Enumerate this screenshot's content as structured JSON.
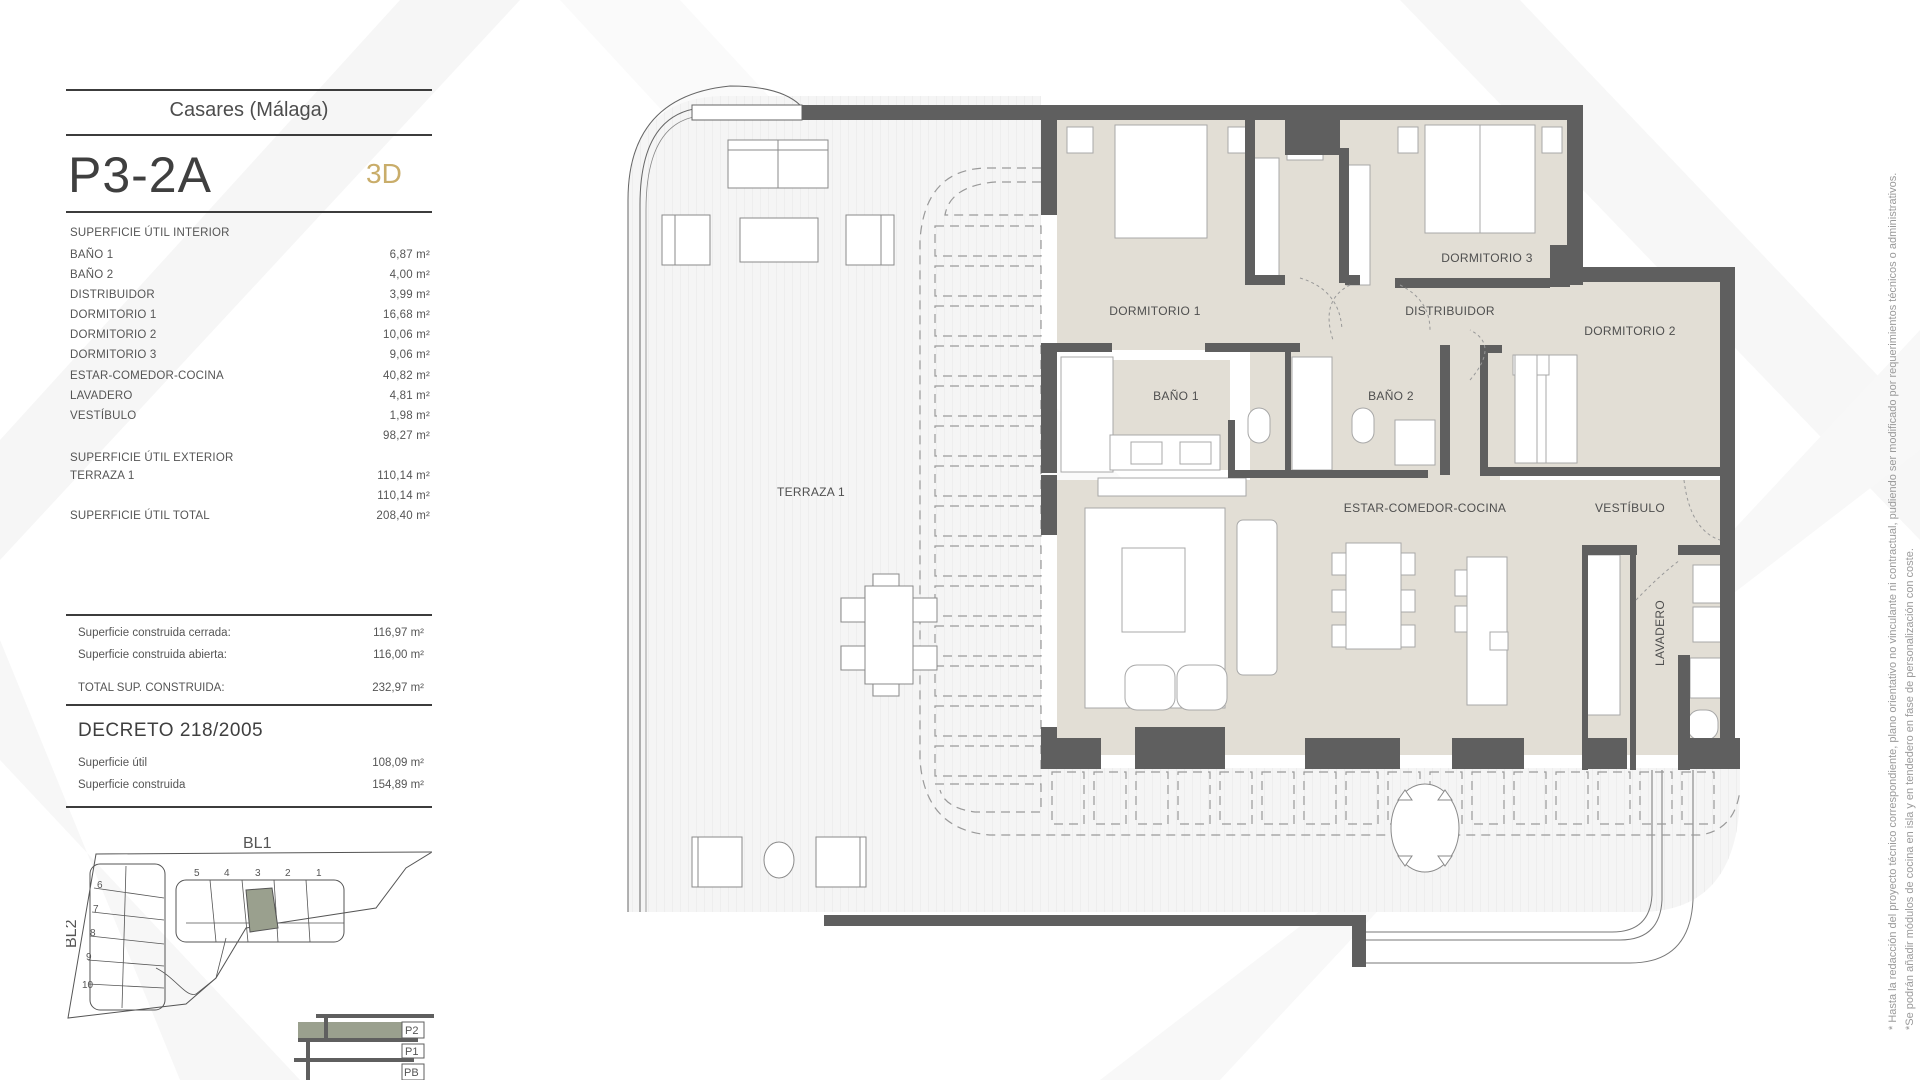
{
  "header": {
    "location": "Casares (Málaga)",
    "unit_code": "P3-2A",
    "unit_type": "3D",
    "accent_color": "#c9ad6a"
  },
  "interior": {
    "title": "SUPERFICIE ÚTIL INTERIOR",
    "rows": [
      {
        "label": "BAÑO 1",
        "value": "6,87 m²"
      },
      {
        "label": "BAÑO 2",
        "value": "4,00 m²"
      },
      {
        "label": "DISTRIBUIDOR",
        "value": "3,99 m²"
      },
      {
        "label": "DORMITORIO 1",
        "value": "16,68 m²"
      },
      {
        "label": "DORMITORIO 2",
        "value": "10,06 m²"
      },
      {
        "label": "DORMITORIO 3",
        "value": "9,06 m²"
      },
      {
        "label": "ESTAR-COMEDOR-COCINA",
        "value": "40,82 m²"
      },
      {
        "label": "LAVADERO",
        "value": "4,81 m²"
      },
      {
        "label": "VESTÍBULO",
        "value": "1,98 m²"
      }
    ],
    "subtotal": "98,27 m²"
  },
  "exterior": {
    "title": "SUPERFICIE ÚTIL EXTERIOR",
    "rows": [
      {
        "label": "TERRAZA 1",
        "value": "110,14 m²"
      }
    ],
    "subtotal": "110,14 m²"
  },
  "total_useful": {
    "label": "SUPERFICIE ÚTIL TOTAL",
    "value": "208,40 m²"
  },
  "built": {
    "closed": {
      "label": "Superficie construida cerrada:",
      "value": "116,97 m²"
    },
    "open": {
      "label": "Superficie construida abierta:",
      "value": "116,00 m²"
    },
    "total": {
      "label": "TOTAL SUP. CONSTRUIDA:",
      "value": "232,97 m²"
    }
  },
  "decreto": {
    "title": "DECRETO 218/2005",
    "useful": {
      "label": "Superficie útil",
      "value": "108,09 m²"
    },
    "built": {
      "label": "Superficie construida",
      "value": "154,89 m²"
    }
  },
  "site_plan": {
    "block1": "BL1",
    "block2": "BL2",
    "block1_units": [
      "5",
      "4",
      "3",
      "2",
      "1"
    ],
    "block2_units": [
      "6",
      "7",
      "8",
      "9",
      "10"
    ],
    "highlighted_unit": "3",
    "highlight_color": "#9aa08e"
  },
  "section": {
    "floors": [
      "P2",
      "P1",
      "PB"
    ],
    "highlighted_floor": "P2"
  },
  "rooms": {
    "dormitorio1": "DORMITORIO 1",
    "dormitorio2": "DORMITORIO 2",
    "dormitorio3": "DORMITORIO 3",
    "distribuidor": "DISTRIBUIDOR",
    "bano1": "BAÑO 1",
    "bano2": "BAÑO 2",
    "terraza": "TERRAZA 1",
    "estar": "ESTAR-COMEDOR-COCINA",
    "vestibulo": "VESTÍBULO",
    "lavadero": "LAVADERO"
  },
  "colors": {
    "wall": "#5f5f5f",
    "room_fill": "#e2ded5",
    "terrace_fill": "#f4f4f4"
  },
  "disclaimer": {
    "line1": "* Hasta la redacción del proyecto técnico correspondiente, plano orientativo no vinculante ni contractual, pudiendo ser modificado por requerimientos técnicos o administrativos.",
    "line2": "*Se podrán añadir módulos de cocina en isla y en tendedero en fase de personalización con coste."
  }
}
